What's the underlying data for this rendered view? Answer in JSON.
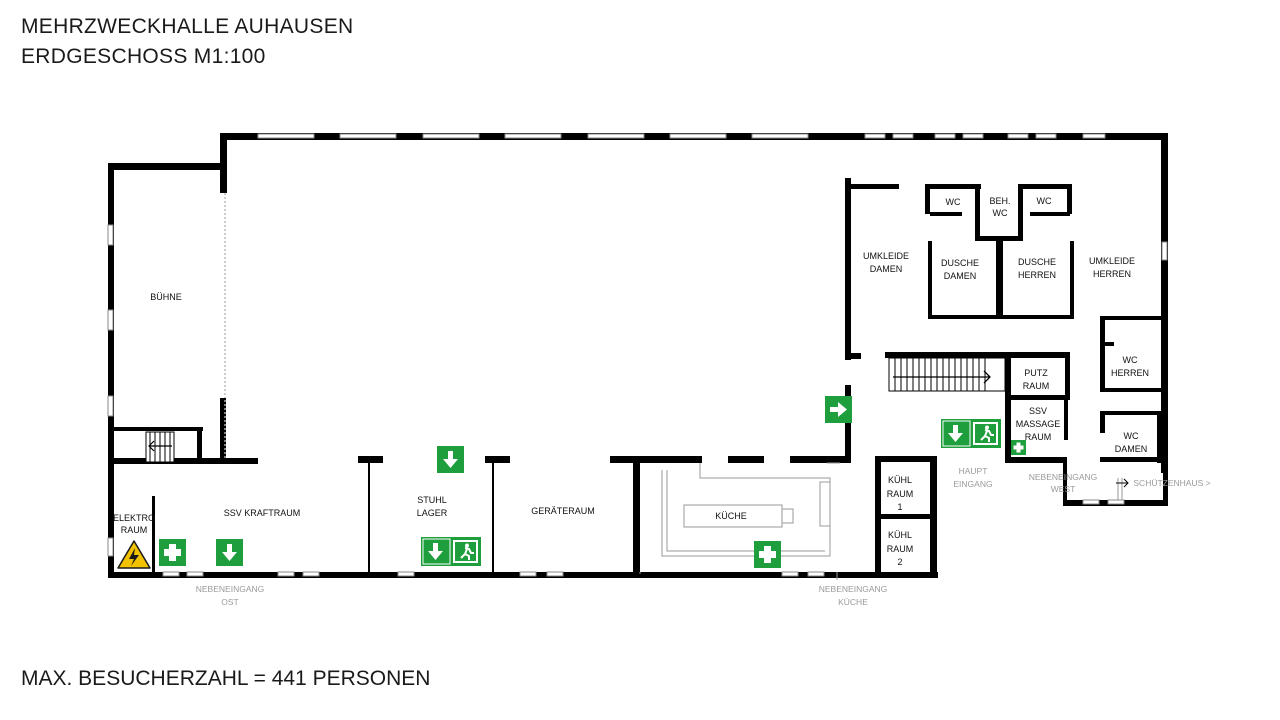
{
  "title": {
    "line1": "MEHRZWECKHALLE AUHAUSEN",
    "line2": "ERDGESCHOSS M1:100"
  },
  "capacity": "MAX. BESUCHERZAHL = 441 PERSONEN",
  "rooms": {
    "buehne": "BÜHNE",
    "elektro_1": "ELEKTRO",
    "elektro_2": "RAUM",
    "kraftraum": "SSV KRAFTRAUM",
    "stuhl_1": "STUHL",
    "stuhl_2": "LAGER",
    "geraete": "GERÄTERAUM",
    "kueche": "KÜCHE",
    "kuehl1_1": "KÜHL",
    "kuehl1_2": "RAUM",
    "kuehl1_3": "1",
    "kuehl2_1": "KÜHL",
    "kuehl2_2": "RAUM",
    "kuehl2_3": "2",
    "umk_damen_1": "UMKLEIDE",
    "umk_damen_2": "DAMEN",
    "wc_a": "WC",
    "beh_1": "BEH.",
    "beh_2": "WC",
    "wc_b": "WC",
    "dusche_damen_1": "DUSCHE",
    "dusche_damen_2": "DAMEN",
    "dusche_herren_1": "DUSCHE",
    "dusche_herren_2": "HERREN",
    "umk_herren_1": "UMKLEIDE",
    "umk_herren_2": "HERREN",
    "putz_1": "PUTZ",
    "putz_2": "RAUM",
    "massage_1": "SSV",
    "massage_2": "MASSAGE",
    "massage_3": "RAUM",
    "wc_herren_1": "WC",
    "wc_herren_2": "HERREN",
    "wc_damen_1": "WC",
    "wc_damen_2": "DAMEN"
  },
  "entrances": {
    "ost_1": "NEBENEINGANG",
    "ost_2": "OST",
    "kueche_1": "NEBENEINGANG",
    "kueche_2": "KÜCHE",
    "haupt_1": "HAUPT",
    "haupt_2": "EINGANG",
    "west_1": "NEBENEINGANG",
    "west_2": "WEST",
    "schuetzenhaus": "SCHÜTZENHAUS >"
  },
  "colors": {
    "wall": "#000000",
    "exit_green": "#1e9e3c",
    "warning_yellow": "#f2c200",
    "faint_text": "#9a9a9a"
  },
  "icons": [
    "exit-arrow-down-icon",
    "exit-arrow-right-icon",
    "running-man-exit-icon",
    "first-aid-icon",
    "high-voltage-warning-icon",
    "stair-arrow-icon"
  ]
}
